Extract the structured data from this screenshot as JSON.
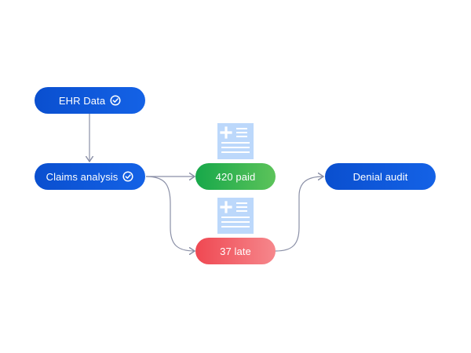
{
  "nodes": {
    "ehr": {
      "label": "EHR Data",
      "verified": true
    },
    "claims": {
      "label": "Claims analysis",
      "verified": true
    },
    "paid": {
      "label": "420 paid"
    },
    "late": {
      "label": "37 late"
    },
    "denial": {
      "label": "Denial audit"
    }
  },
  "icons": {
    "verified": "check-circle-icon",
    "document": "medical-document-icon"
  },
  "colors": {
    "primary": "#0a4fcf",
    "success": "#17a84a",
    "danger": "#ef4852",
    "connector": "#8a8fa6",
    "document": "#bcd8fb"
  }
}
